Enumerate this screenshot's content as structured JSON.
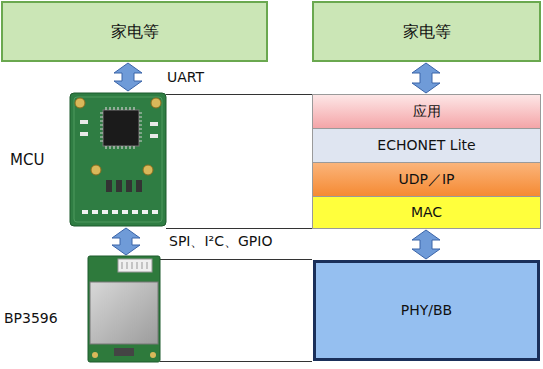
{
  "diagram": {
    "nodes": [
      {
        "text": [
          "家电等"
        ]
      },
      {
        "text": [
          "家电等"
        ]
      },
      {
        "text": [
          "MCU"
        ]
      },
      {
        "text": [
          "应用"
        ]
      },
      {
        "text": [
          "ECHONET Lite"
        ]
      },
      {
        "text": [
          "UDP／IP"
        ]
      },
      {
        "text": [
          "MAC"
        ]
      },
      {
        "text": [
          "BP3596"
        ]
      },
      {
        "text": [
          "PHY/BB"
        ]
      }
    ],
    "edges": [
      {
        "from": 0,
        "to": 2,
        "arrow": "both",
        "label": "UART"
      },
      {
        "from": 1,
        "to": 3,
        "arrow": "both"
      },
      {
        "from": 2,
        "to": 7,
        "arrow": "both",
        "label": "SPI、I²C、GPIO"
      },
      {
        "from": 6,
        "to": 8,
        "arrow": "both"
      }
    ]
  }
}
